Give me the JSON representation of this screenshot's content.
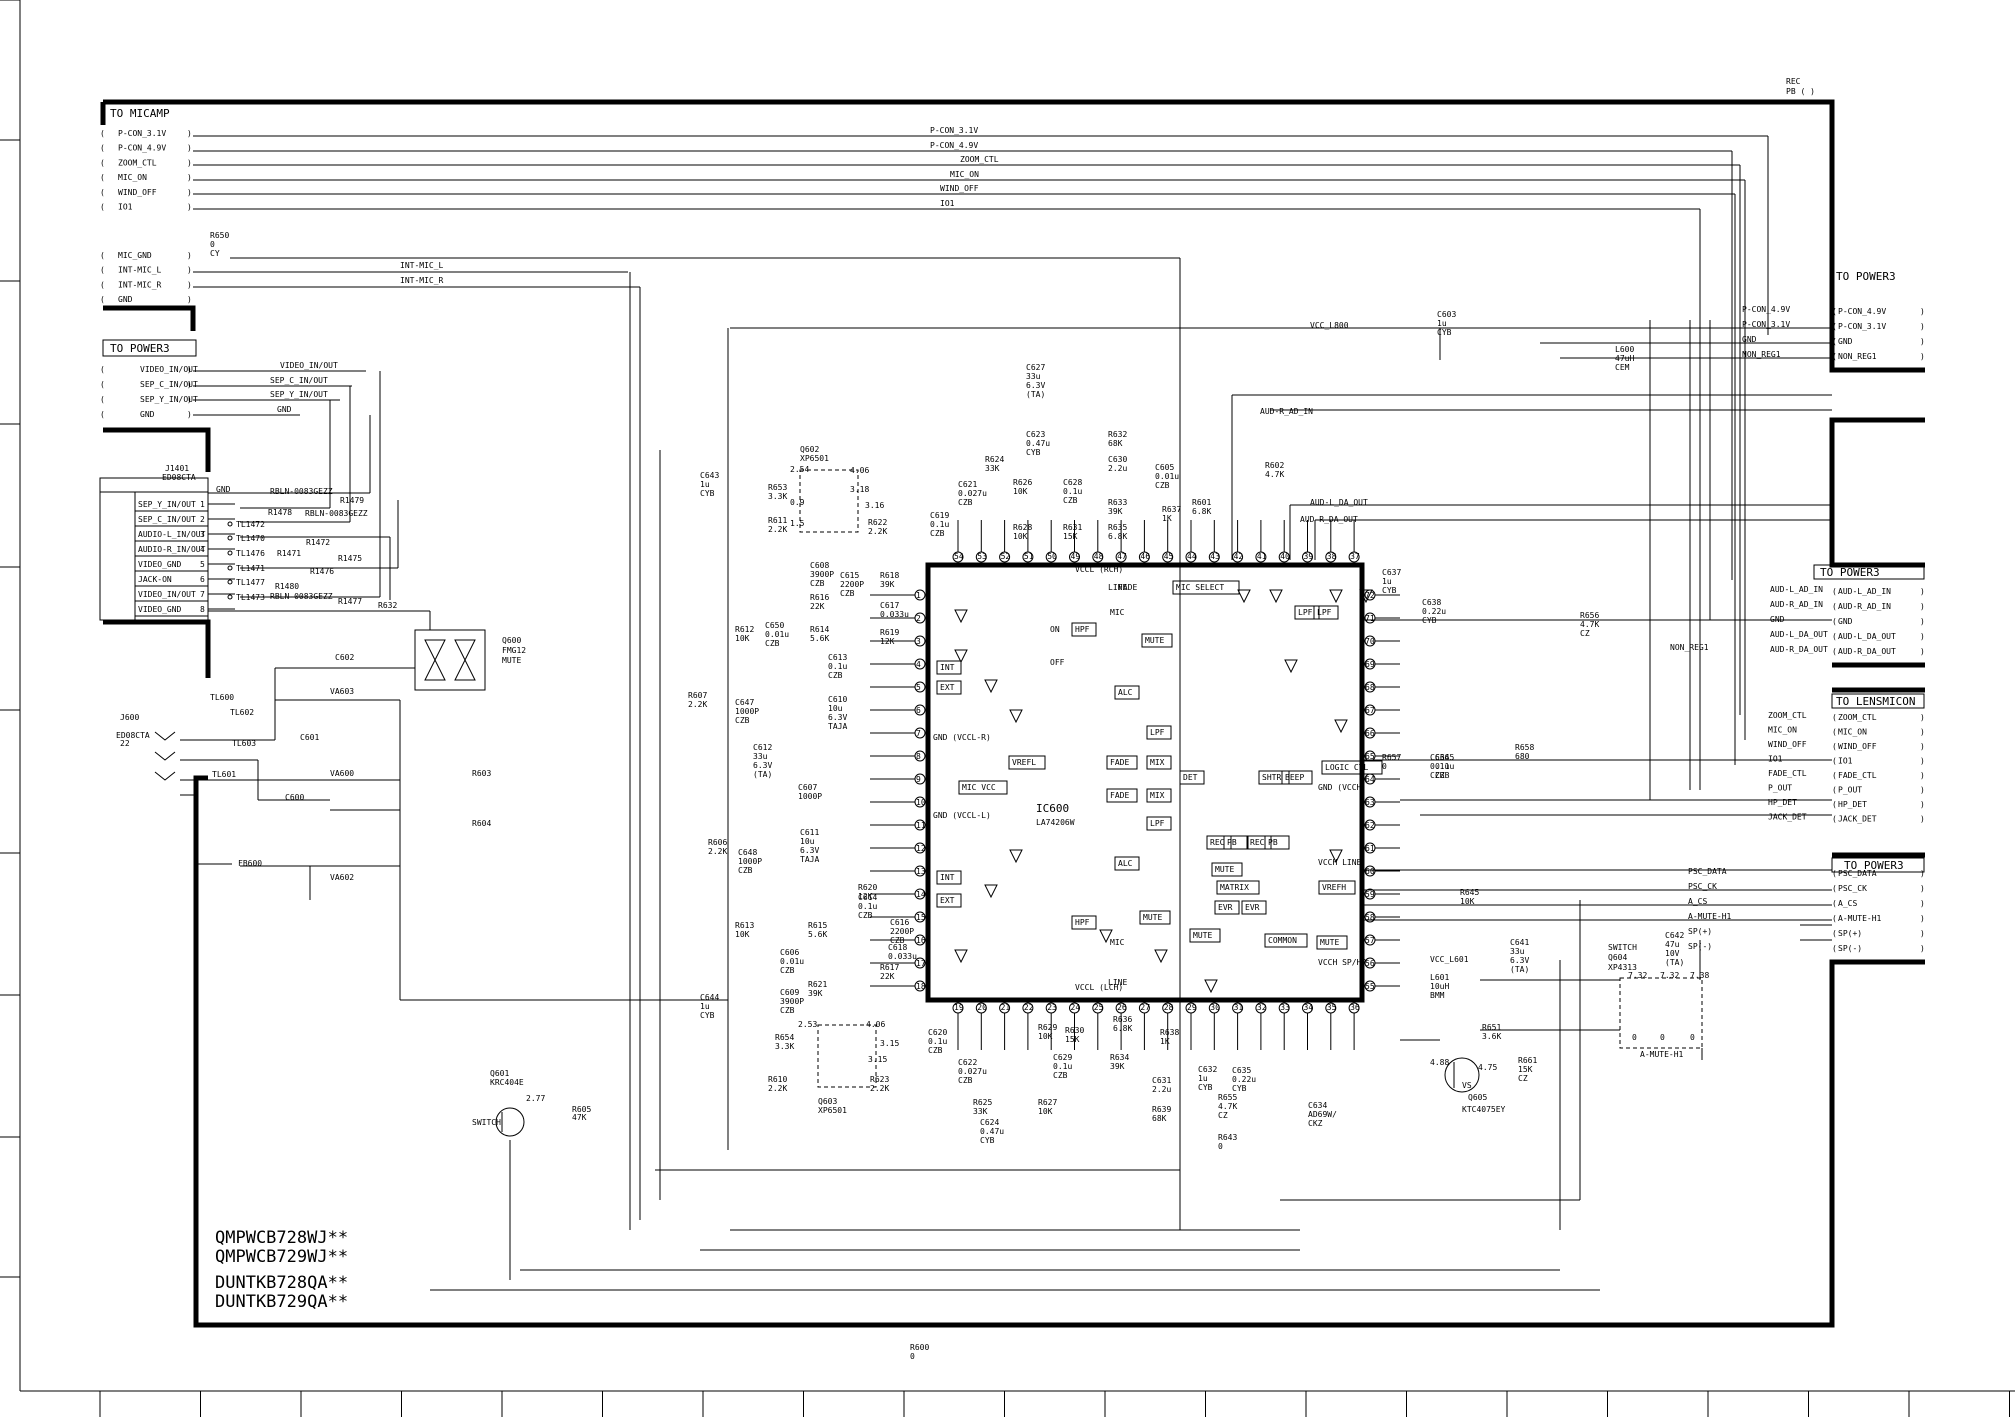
{
  "corner": {
    "rec": "REC",
    "pb": "PB ( )"
  },
  "to_micamp": {
    "title": "TO MICAMP",
    "pins": [
      "P-CON_3.1V",
      "P-CON_4.9V",
      "ZOOM_CTL",
      "MIC_ON",
      "WIND_OFF",
      "IO1"
    ],
    "pins2": [
      "MIC_GND",
      "INT-MIC_L",
      "INT-MIC_R",
      "GND"
    ]
  },
  "to_power3_left": {
    "title": "TO POWER3",
    "pins": [
      "VIDEO_IN/OUT",
      "SEP_C_IN/OUT",
      "SEP_Y_IN/OUT",
      "GND"
    ]
  },
  "bus_labels": [
    "P-CON_3.1V",
    "P-CON_4.9V",
    "ZOOM_CTL",
    "MIC_ON",
    "WIND_OFF",
    "IO1",
    "INT-MIC_L",
    "INT-MIC_R",
    "VIDEO_IN/OUT",
    "SEP_C_IN/OUT",
    "SEP_Y_IN/OUT",
    "GND",
    "VCC_L800",
    "AUD-R_AD_IN",
    "AUD-L_DA_OUT",
    "AUD-R_DA_OUT",
    "VCC_L601",
    "NON_REG1"
  ],
  "jack": {
    "ref": "J1401",
    "part": "ED08CTA",
    "gnd": "GND",
    "rows": [
      {
        "n": "1",
        "label": "SEP_Y_IN/OUT"
      },
      {
        "n": "2",
        "label": "SEP_C_IN/OUT"
      },
      {
        "n": "3",
        "label": "AUDIO-L_IN/OUT"
      },
      {
        "n": "4",
        "label": "AUDIO-R_IN/OUT"
      },
      {
        "n": "5",
        "label": "VIDEO_GND"
      },
      {
        "n": "6",
        "label": "JACK-ON"
      },
      {
        "n": "7",
        "label": "VIDEO_IN/OUT"
      },
      {
        "n": "8",
        "label": "VIDEO_GND"
      }
    ],
    "tls": [
      "TL1472",
      "TL1470",
      "TL1476",
      "TL1471",
      "TL1477",
      "TL1473"
    ],
    "resistors": [
      "R1479",
      "R1478",
      "R1472",
      "R1471",
      "R1475",
      "R1476",
      "R1480",
      "R1477",
      "R632"
    ],
    "rbln": "RBLN-0083GEZZ"
  },
  "q600": {
    "ref": "Q600",
    "part": "FMG12",
    "func": "MUTE"
  },
  "j600": {
    "ref": "J600",
    "part": "ED08CTA",
    "value": "22"
  },
  "left_parts": [
    "C602",
    "VA603",
    "C601",
    "VA600",
    "C600",
    "R603",
    "R604",
    "FB600",
    "VA602",
    "TL600",
    "TL602",
    "TL603",
    "TL601"
  ],
  "q601": {
    "ref": "Q601",
    "part": "KRC404E",
    "func": "SWITCH",
    "v": "2.77",
    "r": "R605",
    "rv": "47K"
  },
  "q602": {
    "ref": "Q602",
    "part": "XP6501",
    "v": [
      "2.54",
      "4.06",
      "3.18",
      "0.9",
      "1.5",
      "3.16"
    ]
  },
  "q603": {
    "ref": "Q603",
    "part": "XP6501",
    "v": [
      "2.53",
      "4.06",
      "3.15",
      "3.15"
    ]
  },
  "ic": {
    "ref": "IC600",
    "part": "LA74206W",
    "top_pins": [
      "54",
      "53",
      "52",
      "51",
      "50",
      "49",
      "48",
      "47",
      "46",
      "45",
      "44",
      "43",
      "42",
      "41",
      "40",
      "39",
      "38",
      "37"
    ],
    "bottom_pins": [
      "19",
      "20",
      "21",
      "22",
      "23",
      "24",
      "25",
      "26",
      "27",
      "28",
      "29",
      "30",
      "31",
      "32",
      "33",
      "34",
      "35",
      "36"
    ],
    "left_pins": [
      "1",
      "2",
      "3",
      "4",
      "5",
      "6",
      "7",
      "8",
      "9",
      "10",
      "11",
      "12",
      "13",
      "14",
      "15",
      "16",
      "17",
      "18"
    ],
    "right_pins": [
      "72",
      "71",
      "70",
      "69",
      "68",
      "67",
      "66",
      "65",
      "64",
      "63",
      "62",
      "61",
      "60",
      "59",
      "58",
      "57",
      "56",
      "55"
    ],
    "left_labels": [
      "GND (VCCL-R)",
      "GND (VCCL-L)"
    ],
    "right_labels": [
      "GND (VCCH)",
      "VCCH LINE",
      "VCCH SP/HP"
    ],
    "blocks": [
      "HPF",
      "HPF",
      "INT",
      "EXT",
      "INT",
      "EXT",
      "VREFL",
      "MIC VCC",
      "ALC",
      "ALC",
      "FADE",
      "FADE",
      "MIX",
      "MIX",
      "LPF",
      "LPF",
      "DET",
      "MUTE",
      "MUTE",
      "MUTE",
      "MUTE",
      "MATRIX",
      "EVR",
      "EVR",
      "COMMON",
      "MUTE",
      "MIC SELECT",
      "LOGIC CTL",
      "VREFH",
      "LPF",
      "LPF",
      "SHTR",
      "BEEP",
      "REC",
      "PB",
      "REC",
      "PB"
    ],
    "labels": [
      "VCCL (RCH)",
      "VCCL (LCH)",
      "LINE",
      "MIC",
      "ON",
      "OFF",
      "FADE",
      "LINE",
      "MIC"
    ]
  },
  "right_power3_1": {
    "title": "TO POWER3",
    "pins": [
      "P-CON_4.9V",
      "P-CON_3.1V",
      "GND",
      "NON_REG1"
    ]
  },
  "right_power3_2": {
    "title": "TO POWER3",
    "pins": [
      "AUD-L_AD_IN",
      "AUD-R_AD_IN",
      "GND",
      "AUD-L_DA_OUT",
      "AUD-R_DA_OUT"
    ]
  },
  "right_lensmicon": {
    "title": "TO LENSMICON",
    "pins": [
      "ZOOM_CTL",
      "MIC_ON",
      "WIND_OFF",
      "IO1",
      "FADE_CTL",
      "P_OUT",
      "HP_DET",
      "JACK_DET"
    ]
  },
  "right_power3_3": {
    "title": "TO POWER3",
    "pins": [
      "PSC_DATA",
      "PSC_CK",
      "A_CS",
      "A-MUTE-H1",
      "SP(+)",
      "SP(-)"
    ]
  },
  "q604": {
    "func": "SWITCH",
    "ref": "Q604",
    "part": "XP4313",
    "v": [
      "7.32",
      "7.32",
      "7.38",
      "0",
      "0",
      "0"
    ],
    "net": "A-MUTE-H1"
  },
  "q605": {
    "ref": "Q605",
    "part": "KTC4075EY",
    "v": [
      "4.88",
      "4.75",
      "VS"
    ]
  },
  "model_numbers": [
    "QMPWCB728WJ**",
    "QMPWCB729WJ**",
    "DUNTKB728QA**",
    "DUNTKB729QA**"
  ],
  "components": [
    {
      "ref": "C627",
      "val": "33u 6.3V (TA)"
    },
    {
      "ref": "C623",
      "val": "0.47u CYB"
    },
    {
      "ref": "R624",
      "val": "33K"
    },
    {
      "ref": "C621",
      "val": "0.027u CZB"
    },
    {
      "ref": "R626",
      "val": "10K"
    },
    {
      "ref": "C628",
      "val": "0.1u CZB"
    },
    {
      "ref": "R632",
      "val": "68K"
    },
    {
      "ref": "C630",
      "val": "2.2u"
    },
    {
      "ref": "R633",
      "val": "39K"
    },
    {
      "ref": "R628",
      "val": "10K"
    },
    {
      "ref": "R631",
      "val": "15K"
    },
    {
      "ref": "R635",
      "val": "6.8K"
    },
    {
      "ref": "C619",
      "val": "0.1u CZB"
    },
    {
      "ref": "C605",
      "val": "0.01u CZB"
    },
    {
      "ref": "R637",
      "val": "1K"
    },
    {
      "ref": "R601",
      "val": "6.8K"
    },
    {
      "ref": "R602",
      "val": "4.7K"
    },
    {
      "ref": "C643",
      "val": "1u CYB"
    },
    {
      "ref": "R653",
      "val": "3.3K"
    },
    {
      "ref": "R611",
      "val": "2.2K"
    },
    {
      "ref": "R622",
      "val": "2.2K"
    },
    {
      "ref": "C608",
      "val": "3900P CZB"
    },
    {
      "ref": "C615",
      "val": "2200P CZB"
    },
    {
      "ref": "R618",
      "val": "39K"
    },
    {
      "ref": "R616",
      "val": "22K"
    },
    {
      "ref": "C617",
      "val": "0.033u"
    },
    {
      "ref": "R614",
      "val": "5.6K"
    },
    {
      "ref": "R619",
      "val": "12K"
    },
    {
      "ref": "R612",
      "val": "10K"
    },
    {
      "ref": "C650",
      "val": "0.01u CZB"
    },
    {
      "ref": "C613",
      "val": "0.1u CZB"
    },
    {
      "ref": "R607",
      "val": "2.2K"
    },
    {
      "ref": "C647",
      "val": "1000P CZB"
    },
    {
      "ref": "C610",
      "val": "10u 6.3V TAJA"
    },
    {
      "ref": "C612",
      "val": "33u 6.3V (TA)"
    },
    {
      "ref": "C607",
      "val": "1000P"
    },
    {
      "ref": "R606",
      "val": "2.2K"
    },
    {
      "ref": "C648",
      "val": "1000P CZB"
    },
    {
      "ref": "C611",
      "val": "10u 6.3V TAJA"
    },
    {
      "ref": "C614",
      "val": "0.1u CZB"
    },
    {
      "ref": "R613",
      "val": "10K"
    },
    {
      "ref": "R615",
      "val": "5.6K"
    },
    {
      "ref": "R620",
      "val": "12K"
    },
    {
      "ref": "C616",
      "val": "2200P CZB"
    },
    {
      "ref": "C618",
      "val": "0.033u"
    },
    {
      "ref": "R617",
      "val": "22K"
    },
    {
      "ref": "C606",
      "val": "0.01u CZB"
    },
    {
      "ref": "C609",
      "val": "3900P CZB"
    },
    {
      "ref": "R621",
      "val": "39K"
    },
    {
      "ref": "C644",
      "val": "1u CYB"
    },
    {
      "ref": "R654",
      "val": "3.3K"
    },
    {
      "ref": "R610",
      "val": "2.2K"
    },
    {
      "ref": "R623",
      "val": "2.2K"
    },
    {
      "ref": "C620",
      "val": "0.1u CZB"
    },
    {
      "ref": "C622",
      "val": "0.027u CZB"
    },
    {
      "ref": "R625",
      "val": "33K"
    },
    {
      "ref": "R629",
      "val": "10K"
    },
    {
      "ref": "R630",
      "val": "15K"
    },
    {
      "ref": "C629",
      "val": "0.1u CZB"
    },
    {
      "ref": "R627",
      "val": "10K"
    },
    {
      "ref": "R636",
      "val": "6.8K"
    },
    {
      "ref": "R634",
      "val": "39K"
    },
    {
      "ref": "C624",
      "val": "0.47u CYB"
    },
    {
      "ref": "R638",
      "val": "1K"
    },
    {
      "ref": "C631",
      "val": "2.2u"
    },
    {
      "ref": "R639",
      "val": "68K"
    },
    {
      "ref": "C632",
      "val": "1u CYB"
    },
    {
      "ref": "C635",
      "val": "0.22u CYB"
    },
    {
      "ref": "R655",
      "val": "4.7K CZ"
    },
    {
      "ref": "R643",
      "val": "0"
    },
    {
      "ref": "C634",
      "val": "AD69W/ CKZ"
    },
    {
      "ref": "C637",
      "val": "1u CYB"
    },
    {
      "ref": "C638",
      "val": "0.22u CYB"
    },
    {
      "ref": "R656",
      "val": "4.7K CZ"
    },
    {
      "ref": "R657",
      "val": "0"
    },
    {
      "ref": "C636",
      "val": "0.1u CZB"
    },
    {
      "ref": "C645",
      "val": "0.1u CZB"
    },
    {
      "ref": "R658",
      "val": "680"
    },
    {
      "ref": "R645",
      "val": "10K"
    },
    {
      "ref": "C641",
      "val": "33u 6.3V (TA)"
    },
    {
      "ref": "L601",
      "val": "10uH BMM"
    },
    {
      "ref": "C642",
      "val": "47u 10V (TA)"
    },
    {
      "ref": "R651",
      "val": "3.6K"
    },
    {
      "ref": "R661",
      "val": "15K CZ"
    },
    {
      "ref": "C603",
      "val": "1u CYB"
    },
    {
      "ref": "L600",
      "val": "47uH CEM"
    },
    {
      "ref": "R650",
      "val": "0 CY"
    },
    {
      "ref": "R600",
      "val": "0"
    }
  ]
}
